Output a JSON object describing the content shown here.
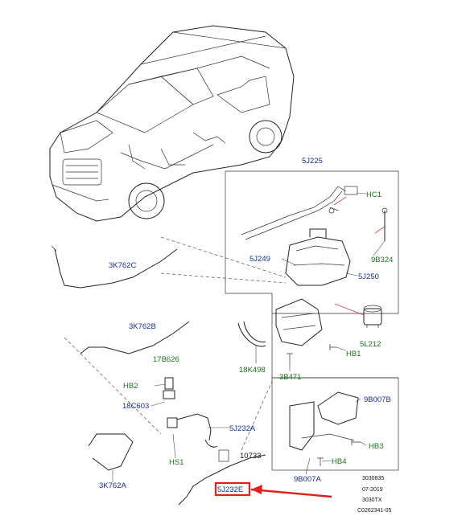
{
  "labels": {
    "p_5J225": "5J225",
    "p_HC1": "HC1",
    "p_9B324": "9B324",
    "p_5J249": "5J249",
    "p_5J250": "5J250",
    "p_3K762C": "3K762C",
    "p_3K762B": "3K762B",
    "p_5L212": "5L212",
    "p_HB1": "HB1",
    "p_3B471": "3B471",
    "p_18K498": "18K498",
    "p_17B626": "17B626",
    "p_HB2": "HB2",
    "p_18C603": "18C603",
    "p_9B007B": "9B007B",
    "p_5J232A": "5J232A",
    "p_HB3": "HB3",
    "p_HB4": "HB4",
    "p_10733": "10733",
    "p_HS1": "HS1",
    "p_3K762A": "3K762A",
    "p_9B007A": "9B007A",
    "p_5J232E": "5J232E"
  },
  "footer": {
    "code1": "3030835",
    "code2": "07-2019",
    "code3": "3030TX",
    "code4": "C0262341-05"
  },
  "colors": {
    "label_blue": "#1a2f8c",
    "label_green": "#1f6f1f",
    "highlight_red": "#e0201a"
  }
}
